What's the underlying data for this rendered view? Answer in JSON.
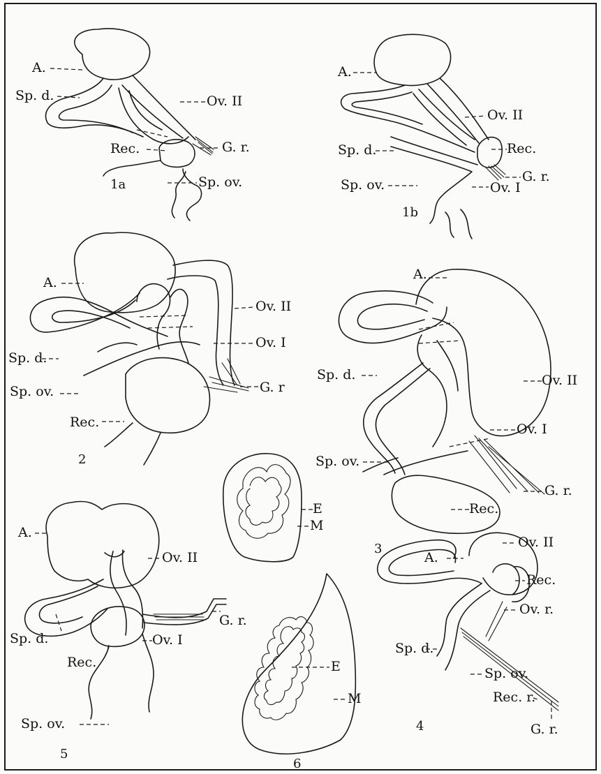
{
  "figures": {
    "fig1a": {
      "number": "1a",
      "labels": {
        "A": "A.",
        "Sp_d": "Sp. d.",
        "Ov_II": "Ov. II",
        "Rec": "Rec.",
        "G_r": "G. r.",
        "Sp_ov": "Sp. ov."
      }
    },
    "fig1b": {
      "number": "1b",
      "labels": {
        "A": "A.",
        "Ov_II": "Ov. II",
        "Sp_d": "Sp. d.",
        "Rec": "Rec.",
        "G_r": "G. r.",
        "Sp_ov": "Sp. ov.",
        "Ov_I": "Ov. I"
      }
    },
    "fig2": {
      "number": "2",
      "labels": {
        "A": "A.",
        "Ov_II": "Ov. II",
        "Ov_I": "Ov. I",
        "Sp_d": "Sp. d.",
        "Sp_ov": "Sp. ov.",
        "G_r": "G. r",
        "Rec": "Rec."
      }
    },
    "fig3": {
      "number": "3",
      "labels": {
        "A": "A.",
        "Sp_d": "Sp. d.",
        "Ov_II": "Ov. II",
        "Ov_I": "Ov. I",
        "Sp_ov": "Sp. ov.",
        "G_r": "G. r.",
        "Rec": "Rec."
      }
    },
    "fig4": {
      "number": "4",
      "labels": {
        "Ov_II": "Ov. II",
        "A": "A.",
        "Rec": "Rec.",
        "Sp_d": "Sp. d.",
        "Ov_r": "Ov. r.",
        "Sp_ov": "Sp. ov.",
        "Rec_r": "Rec. r.",
        "G_r": "G. r."
      }
    },
    "fig5": {
      "number": "5",
      "labels": {
        "A": "A.",
        "Ov_II": "Ov. II",
        "G_r": "G. r.",
        "Sp_d": "Sp. d.",
        "Rec": "Rec.",
        "Ov_I": "Ov. I",
        "Sp_ov": "Sp. ov."
      }
    },
    "fig6_small": {
      "labels": {
        "E": "E",
        "M": "M"
      }
    },
    "fig6": {
      "number": "6",
      "labels": {
        "E": "E",
        "M": "M"
      }
    }
  },
  "style": {
    "ink": "#1a1a1a",
    "paper": "#fbfbf9"
  }
}
